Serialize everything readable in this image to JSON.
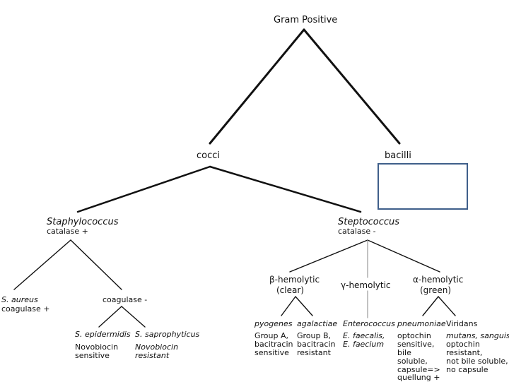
{
  "root": "Gram Positive",
  "cocci": "cocci",
  "bacilli": "bacilli",
  "staph": {
    "name": "Staphylococcus",
    "test": "catalase +"
  },
  "strep": {
    "name": "Steptococcus",
    "test": "catalase -"
  },
  "s_aureus": {
    "name": "S. aureus",
    "test": "coagulase +"
  },
  "coag_neg": "coagulase -",
  "s_epi": {
    "name": "S. epidermidis",
    "l1": "Novobiocin",
    "l2": "sensitive"
  },
  "s_sapro": {
    "name": "S. saprophyticus",
    "l1": "Novobiocin",
    "l2": "resistant"
  },
  "beta": {
    "symbol": "β",
    "l1": "-hemolytic",
    "l2": "(clear)"
  },
  "gamma": {
    "symbol": "γ",
    "l1": "-hemolytic"
  },
  "alpha": {
    "symbol": "α",
    "l1": "-hemolytic",
    "l2": "(green)"
  },
  "pyogenes": {
    "name": "pyogenes",
    "l1": "Group A,",
    "l2": "bacitracin",
    "l3": "sensitive"
  },
  "agalactiae": {
    "name": "agalactiae",
    "l1": "Group B,",
    "l2": "bacitracin",
    "l3": "resistant"
  },
  "entero": {
    "name": "Enterococcus",
    "l1": "E. faecalis,",
    "l2": "E. faecium"
  },
  "pneumo": {
    "name": "pneumoniae",
    "l1": "optochin",
    "l2": "sensitive,",
    "l3": "bile",
    "l4": "soluble,",
    "l5": "capsule=>",
    "l6": "quellung +"
  },
  "viridans": {
    "name": "Viridans",
    "l1": "mutans, sanguis",
    "l2": "optochin",
    "l3": "resistant,",
    "l4": "not bile soluble,",
    "l5": "no capsule"
  },
  "colors": {
    "line": "#111111",
    "gamma_line": "#999999",
    "box_border": "#3f5f8a"
  }
}
